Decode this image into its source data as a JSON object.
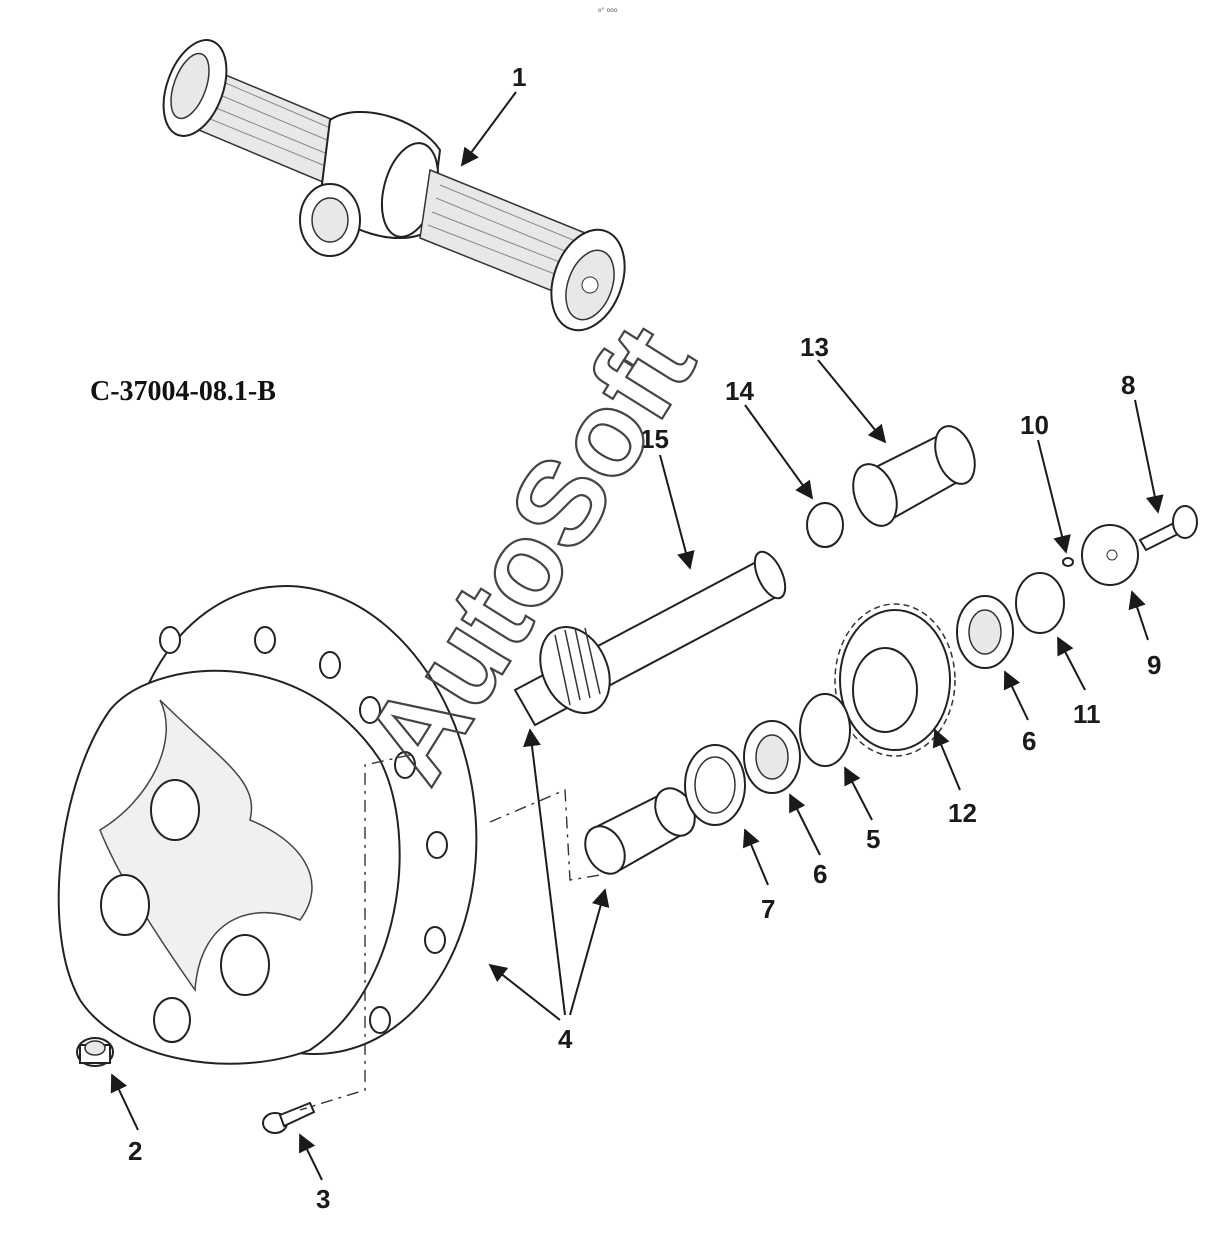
{
  "diagram": {
    "figure_code": "C-37004-08.1-B",
    "watermark": "AutoSoft",
    "tiny_mark": "o° ooo",
    "callouts": [
      {
        "id": "c1",
        "label": "1"
      },
      {
        "id": "c2",
        "label": "2"
      },
      {
        "id": "c3",
        "label": "3"
      },
      {
        "id": "c4",
        "label": "4"
      },
      {
        "id": "c5",
        "label": "5"
      },
      {
        "id": "c6a",
        "label": "6"
      },
      {
        "id": "c6b",
        "label": "6"
      },
      {
        "id": "c7",
        "label": "7"
      },
      {
        "id": "c8",
        "label": "8"
      },
      {
        "id": "c9",
        "label": "9"
      },
      {
        "id": "c10",
        "label": "10"
      },
      {
        "id": "c11",
        "label": "11"
      },
      {
        "id": "c12",
        "label": "12"
      },
      {
        "id": "c13",
        "label": "13"
      },
      {
        "id": "c14",
        "label": "14"
      },
      {
        "id": "c15",
        "label": "15"
      }
    ]
  }
}
